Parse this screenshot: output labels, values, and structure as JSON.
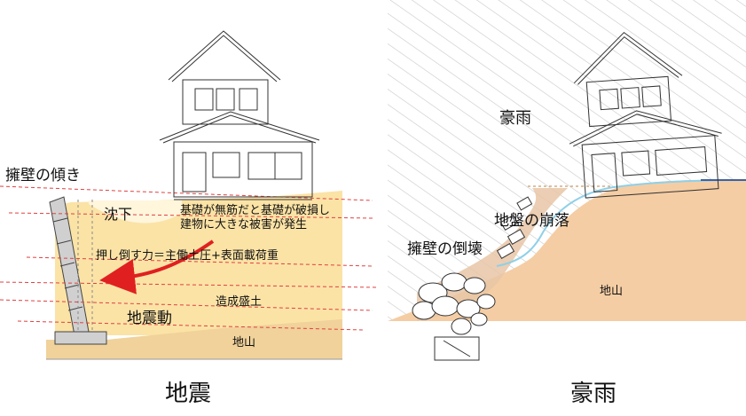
{
  "colors": {
    "fill_soil": "#fbe3a6",
    "ground_dark": "#f2d8b0",
    "bedrock": "#f5cda4",
    "rain_hatch": "#c8c8c8",
    "water": "#8fd0e8",
    "arrow": "#e02020",
    "dashed": "#e04040",
    "wall_fill": "#bdbdbd"
  },
  "left_panel": {
    "caption": "地震",
    "labels": {
      "wall_tilt": "擁壁の傾き",
      "subsidence": "沈下",
      "damage_line1": "基礎が無筋だと基礎が破損し",
      "damage_line2": "建物に大きな被害が発生",
      "push_force": "押し倒す力＝主働土圧+表面載荷重",
      "fill": "造成盛土",
      "ground_motion": "地震動",
      "bedrock": "地山"
    }
  },
  "right_panel": {
    "caption": "豪雨",
    "labels": {
      "heavy_rain": "豪雨",
      "landslide": "地盤の崩落",
      "wall_collapse": "擁壁の倒壊",
      "bedrock": "地山"
    }
  }
}
